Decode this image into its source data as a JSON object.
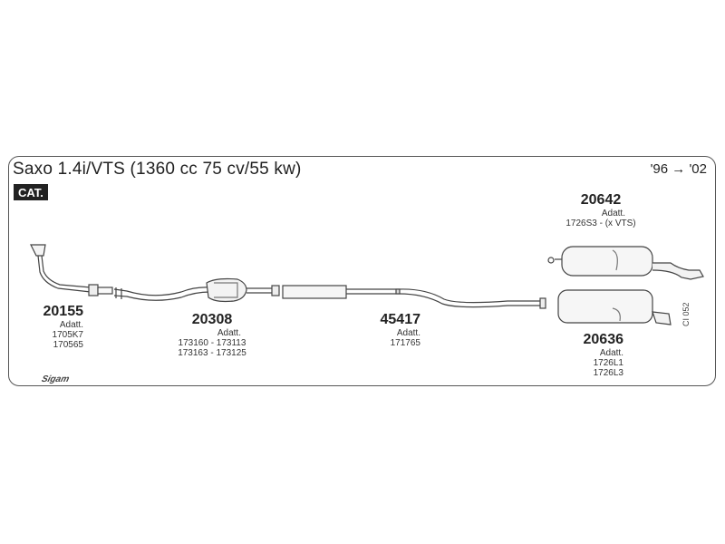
{
  "title": "Saxo 1.4i/VTS (1360 cc 75 cv/55 kw)",
  "years": "'96 → '02",
  "badge": "CAT.",
  "code_label": "CI 052",
  "brand": "Sigam",
  "parts": [
    {
      "code": "20155",
      "adatt": "Adatt.",
      "refs": [
        "1705K7",
        "170565"
      ]
    },
    {
      "code": "20308",
      "adatt": "Adatt.",
      "refs": [
        "173160 - 173113",
        "173163 - 173125"
      ]
    },
    {
      "code": "45417",
      "adatt": "Adatt.",
      "refs": [
        "171765"
      ]
    },
    {
      "code": "20642",
      "adatt": "Adatt.",
      "refs": [
        "1726S3 - (x VTS)"
      ]
    },
    {
      "code": "20636",
      "adatt": "Adatt.",
      "refs": [
        "1726L1",
        "1726L3"
      ]
    }
  ]
}
